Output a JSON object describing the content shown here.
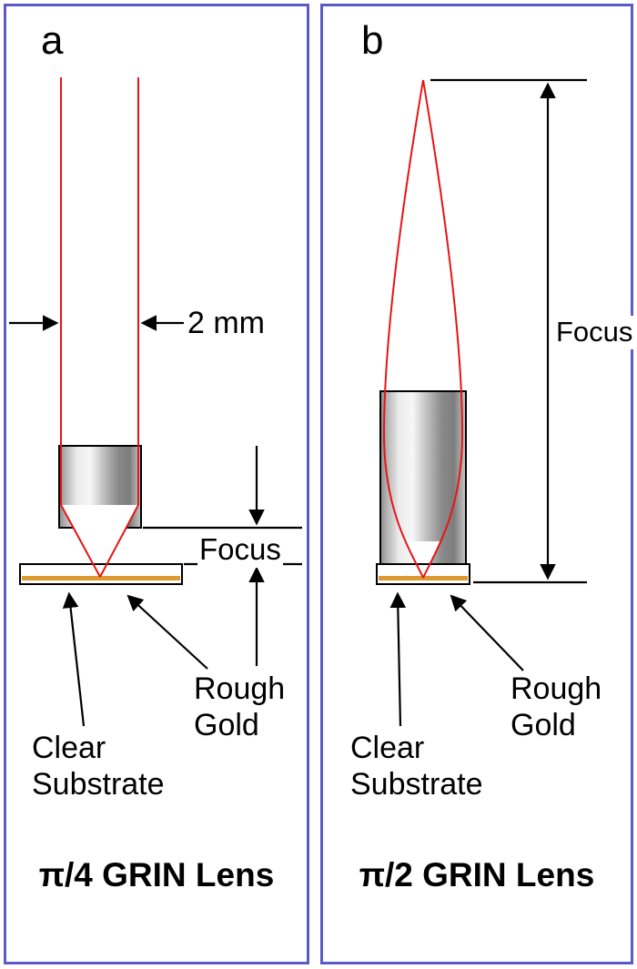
{
  "panel_a": {
    "letter": "a",
    "beam_width_label": "2 mm",
    "focus_label": "Focus",
    "rough_gold_label": "Rough\nGold",
    "clear_substrate_label": "Clear\nSubstrate",
    "caption": "π/4 GRIN Lens"
  },
  "panel_b": {
    "letter": "b",
    "focus_label": "Focus",
    "rough_gold_label": "Rough\nGold",
    "clear_substrate_label": "Clear\nSubstrate",
    "caption": "π/2 GRIN Lens"
  },
  "colors": {
    "border_blue": "#5a5ac8",
    "ray_red": "#e81414",
    "gold": "#dd9a30"
  }
}
